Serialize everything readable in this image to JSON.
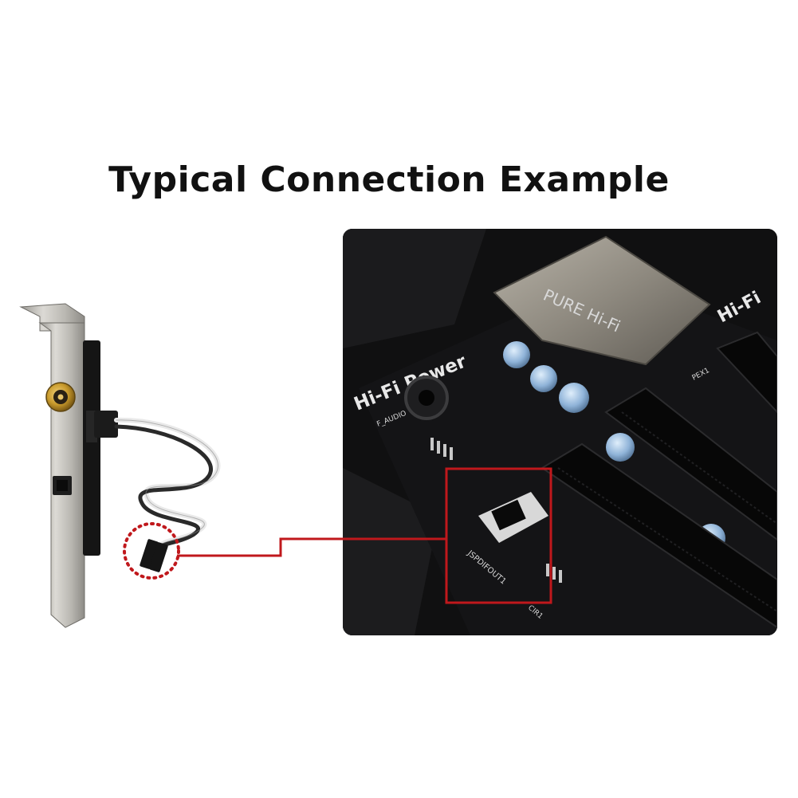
{
  "heading": {
    "title": "Typical Connection Example"
  },
  "board": {
    "silkscreen_brand": "Hi-Fi Power",
    "silkscreen_brand_small": "Hi-Fi",
    "shield_text": "PURE Hi-Fi",
    "audio_header": "F_AUDIO",
    "spdif_header": "JSPDIFOUT1",
    "cir_header": "CIR1",
    "pcie_label": "PEX1"
  },
  "colors": {
    "callout_red": "#c0181c",
    "pcb_black": "#101011",
    "bracket_silver": "#c9c7c2",
    "rca_gold": "#c89a2c",
    "capacitor_blue": "#8fb3d8"
  }
}
